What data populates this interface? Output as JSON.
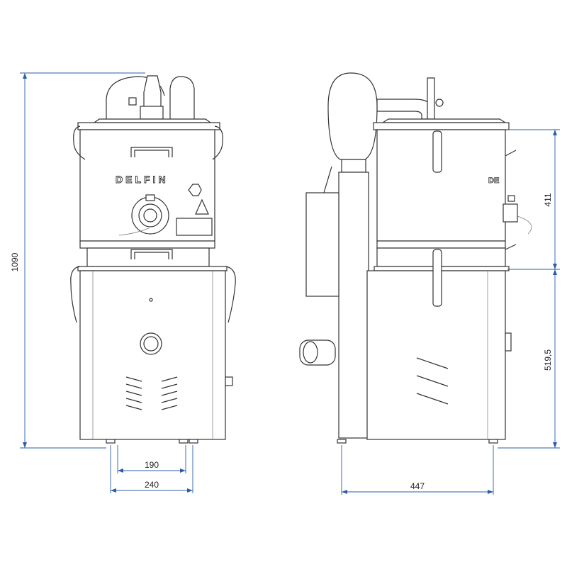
{
  "drawing": {
    "brand_logo": "DELFIN",
    "side_logo": "DE",
    "dimensions": {
      "total_height": "1090",
      "foot_spacing_inner": "190",
      "foot_spacing_outer": "240",
      "depth": "447",
      "container_height": "411",
      "base_height": "519,5"
    },
    "dimension_color": "#2a5ea8"
  }
}
